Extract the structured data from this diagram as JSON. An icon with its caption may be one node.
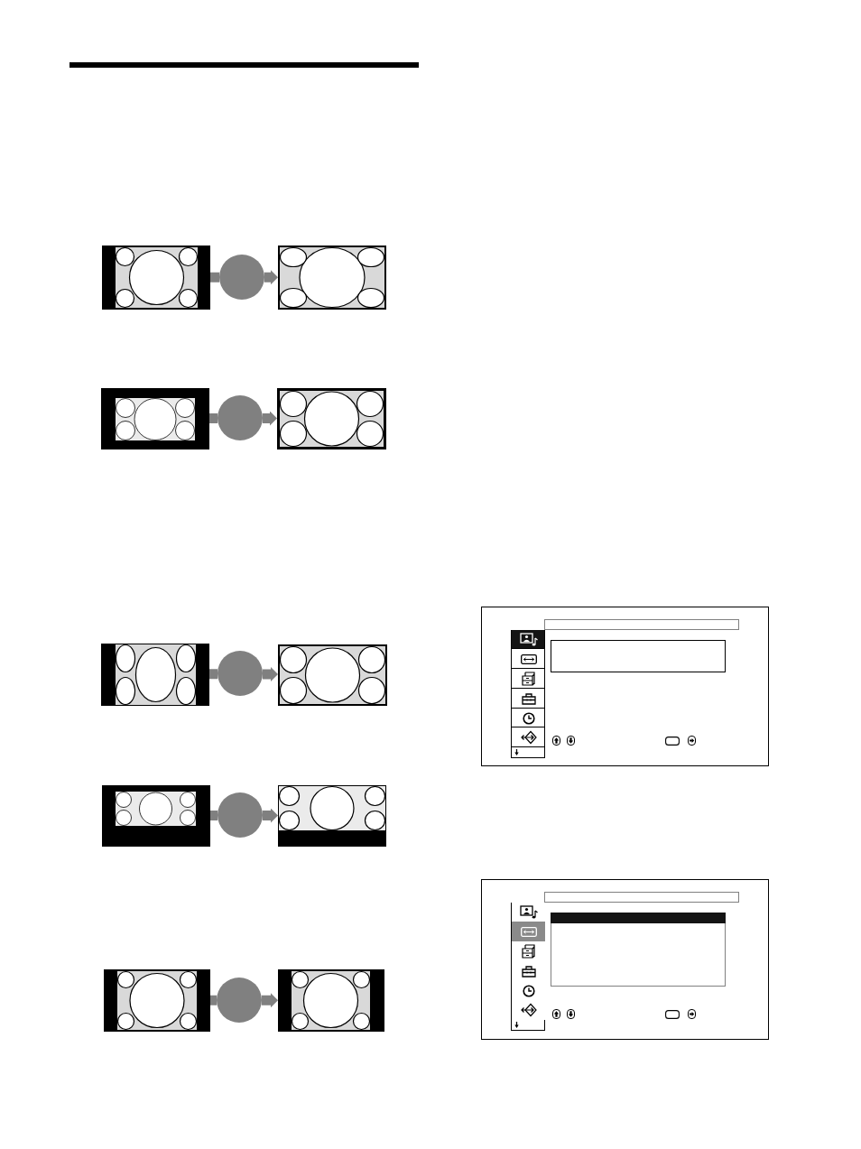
{
  "diagram": {
    "nodes": [
      {
        "text": [],
        "shape": "picture"
      },
      {
        "text": [],
        "shape": "circle"
      },
      {
        "text": [],
        "shape": "picture"
      },
      {
        "text": [],
        "shape": "picture"
      },
      {
        "text": [],
        "shape": "circle"
      },
      {
        "text": [],
        "shape": "picture"
      },
      {
        "text": [],
        "shape": "picture"
      },
      {
        "text": [],
        "shape": "circle"
      },
      {
        "text": [],
        "shape": "picture"
      },
      {
        "text": [],
        "shape": "picture"
      },
      {
        "text": [],
        "shape": "circle"
      },
      {
        "text": [],
        "shape": "picture"
      },
      {
        "text": [],
        "shape": "picture"
      },
      {
        "text": [],
        "shape": "circle"
      },
      {
        "text": [],
        "shape": "picture"
      }
    ],
    "edges": [
      {
        "from": 0,
        "to": 1,
        "arrow": "none"
      },
      {
        "from": 1,
        "to": 2,
        "arrow": "to"
      },
      {
        "from": 3,
        "to": 4,
        "arrow": "none"
      },
      {
        "from": 4,
        "to": 5,
        "arrow": "to"
      },
      {
        "from": 6,
        "to": 7,
        "arrow": "none"
      },
      {
        "from": 7,
        "to": 8,
        "arrow": "to"
      },
      {
        "from": 9,
        "to": 10,
        "arrow": "none"
      },
      {
        "from": 10,
        "to": 11,
        "arrow": "to"
      },
      {
        "from": 12,
        "to": 13,
        "arrow": "none"
      },
      {
        "from": 13,
        "to": 14,
        "arrow": "to"
      }
    ]
  }
}
